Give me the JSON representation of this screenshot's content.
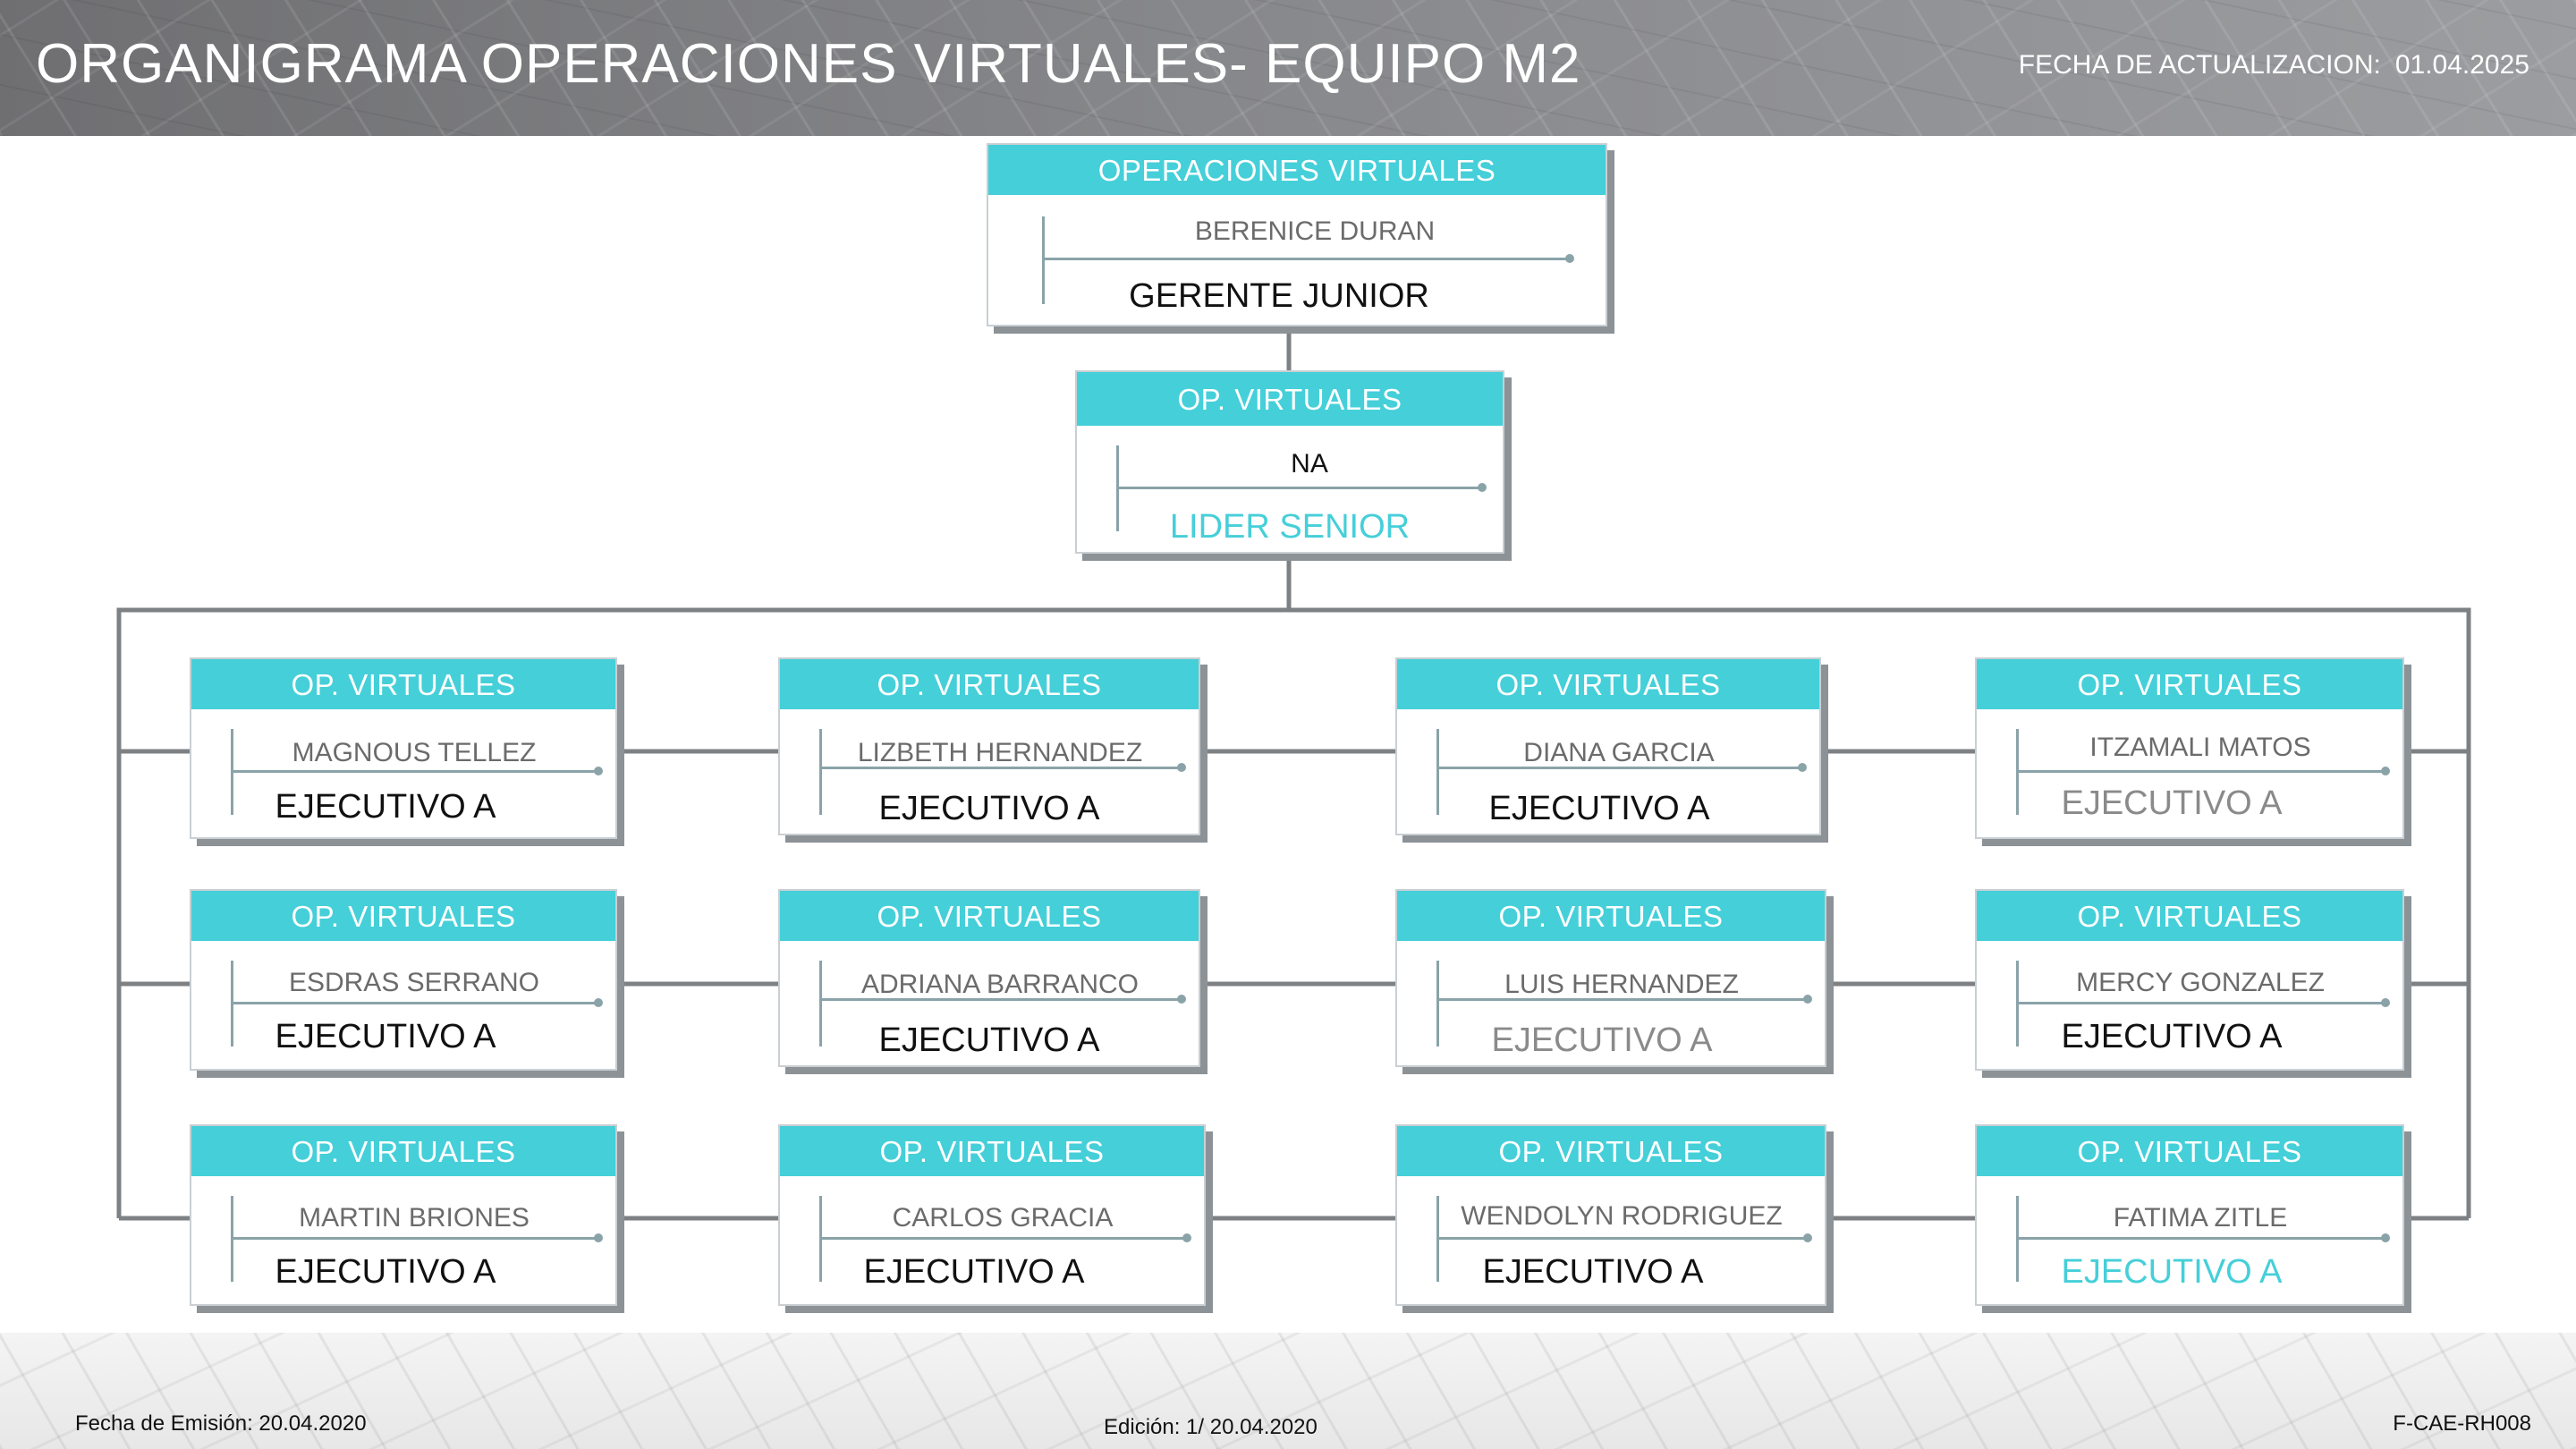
{
  "header": {
    "title": "ORGANIGRAMA OPERACIONES VIRTUALES-  EQUIPO M2",
    "update_label": "FECHA DE ACTUALIZACION:",
    "update_date": "01.04.2025"
  },
  "colors": {
    "accent": "#45cfd9",
    "connector": "#7e8184",
    "card_shadow": "#8c9296"
  },
  "org": {
    "top": {
      "area": "OPERACIONES VIRTUALES",
      "name": "BERENICE DURAN",
      "role": "GERENTE JUNIOR"
    },
    "leader": {
      "area": "OP. VIRTUALES",
      "name": "NA",
      "role": "LIDER SENIOR"
    },
    "team": [
      {
        "area": "OP. VIRTUALES",
        "name": "MAGNOUS TELLEZ",
        "role": "EJECUTIVO A"
      },
      {
        "area": "OP. VIRTUALES",
        "name": "LIZBETH HERNANDEZ",
        "role": "EJECUTIVO A"
      },
      {
        "area": "OP. VIRTUALES",
        "name": "DIANA GARCIA",
        "role": "EJECUTIVO A"
      },
      {
        "area": "OP. VIRTUALES",
        "name": "ITZAMALI MATOS",
        "role": "EJECUTIVO A"
      },
      {
        "area": "OP. VIRTUALES",
        "name": "ESDRAS SERRANO",
        "role": "EJECUTIVO A"
      },
      {
        "area": "OP. VIRTUALES",
        "name": "ADRIANA BARRANCO",
        "role": "EJECUTIVO A"
      },
      {
        "area": "OP. VIRTUALES",
        "name": "LUIS HERNANDEZ",
        "role": "EJECUTIVO A"
      },
      {
        "area": "OP. VIRTUALES",
        "name": "MERCY GONZALEZ",
        "role": "EJECUTIVO A"
      },
      {
        "area": "OP. VIRTUALES",
        "name": "MARTIN BRIONES",
        "role": "EJECUTIVO A"
      },
      {
        "area": "OP. VIRTUALES",
        "name": "CARLOS GRACIA",
        "role": "EJECUTIVO A"
      },
      {
        "area": "OP. VIRTUALES",
        "name": "WENDOLYN RODRIGUEZ",
        "role": "EJECUTIVO A"
      },
      {
        "area": "OP. VIRTUALES",
        "name": "FATIMA ZITLE",
        "role": "EJECUTIVO A"
      }
    ]
  },
  "footer": {
    "emission": "Fecha de Emisión: 20.04.2020",
    "edition": "Edición: 1/ 20.04.2020",
    "code": "F-CAE-RH008"
  }
}
